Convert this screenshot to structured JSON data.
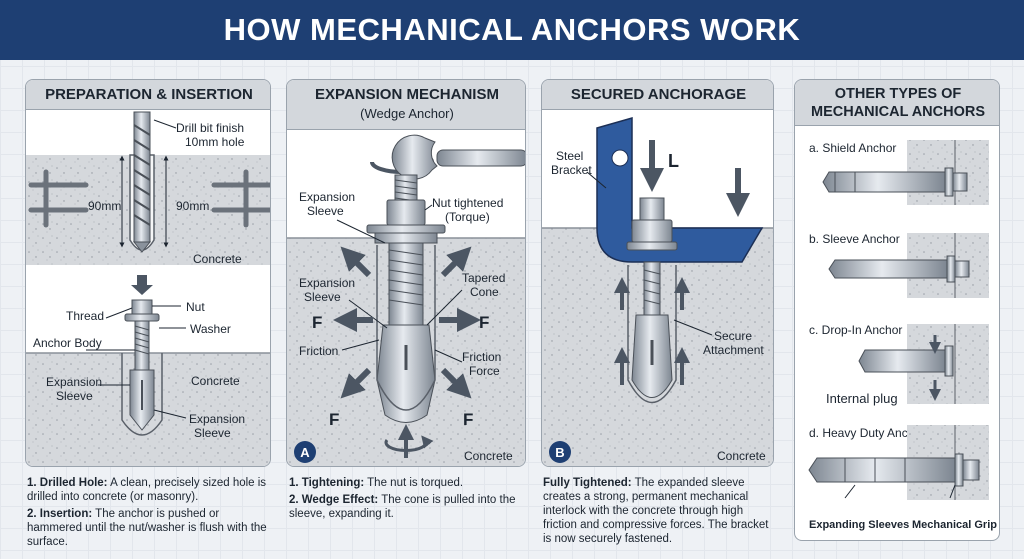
{
  "title": "HOW MECHANICAL ANCHORS WORK",
  "panel1": {
    "heading": "PREPARATION & INSERTION",
    "drill_label_1": "Drill bit finish",
    "drill_label_2": "10mm hole",
    "depth_left": "90mm",
    "depth_right": "90mm",
    "concrete_top": "Concrete",
    "thread": "Thread",
    "nut": "Nut",
    "washer": "Washer",
    "anchor_body": "Anchor Body",
    "expansion_sleeve_left_1": "Expansion",
    "expansion_sleeve_left_2": "Sleeve",
    "concrete_bottom": "Concrete",
    "expansion_sleeve_right_1": "Expansion",
    "expansion_sleeve_right_2": "Sleeve"
  },
  "panel2": {
    "heading": "EXPANSION MECHANISM",
    "subheading": "(Wedge Anchor)",
    "expansion_sleeve_top_1": "Expansion",
    "expansion_sleeve_top_2": "Sleeve",
    "nut_tightened_1": "Nut tightened",
    "nut_tightened_2": "(Torque)",
    "expansion_sleeve_mid_1": "Expansion",
    "expansion_sleeve_mid_2": "Sleeve",
    "tapered_cone_1": "Tapered",
    "tapered_cone_2": "Cone",
    "force_left": "F",
    "force_right": "F",
    "force_bl": "F",
    "force_br": "F",
    "friction": "Friction",
    "friction_force_1": "Friction",
    "friction_force_2": "Force",
    "badge": "A",
    "concrete": "Concrete"
  },
  "panel3": {
    "heading": "SECURED ANCHORAGE",
    "steel_bracket_1": "Steel",
    "steel_bracket_2": "Bracket",
    "load": "L",
    "secure_1": "Secure",
    "secure_2": "Attachment",
    "badge": "B",
    "concrete": "Concrete"
  },
  "panel4": {
    "heading_1": "OTHER TYPES OF",
    "heading_2": "MECHANICAL ANCHORS",
    "shield": "a. Shield Anchor",
    "sleeve": "b. Sleeve Anchor",
    "dropin": "c. Drop-In Anchor",
    "internal_plug": "Internal plug",
    "heavy": "d. Heavy Duty Anchor",
    "expanding_sleeves": "Expanding Sleeves",
    "mechanical_grip": "Mechanical Grip"
  },
  "notes1": {
    "n1_bold": "1. Drilled Hole:",
    "n1_text": " A clean, precisely sized hole is drilled into concrete (or masonry).",
    "n2_bold": "2. Insertion:",
    "n2_text": " The anchor is pushed or hammered until the nut/washer is flush with the surface."
  },
  "notes2": {
    "n1_bold": "1. Tightening:",
    "n1_text": " The nut is torqued.",
    "n2_bold": "2. Wedge Effect:",
    "n2_text": " The cone is pulled into the sleeve, expanding it."
  },
  "notes3": {
    "bold": "Fully Tightened:",
    "text": " The expanded sleeve creates a strong, permanent mechanical interlock with the concrete through high friction and compressive forces. The bracket is now securely fastened."
  },
  "colors": {
    "banner": "#1e3f73",
    "bracket": "#2f5b9e",
    "concrete": "#d5d8dc",
    "steel": "#b4bcc6",
    "arrow": "#4c5663"
  }
}
